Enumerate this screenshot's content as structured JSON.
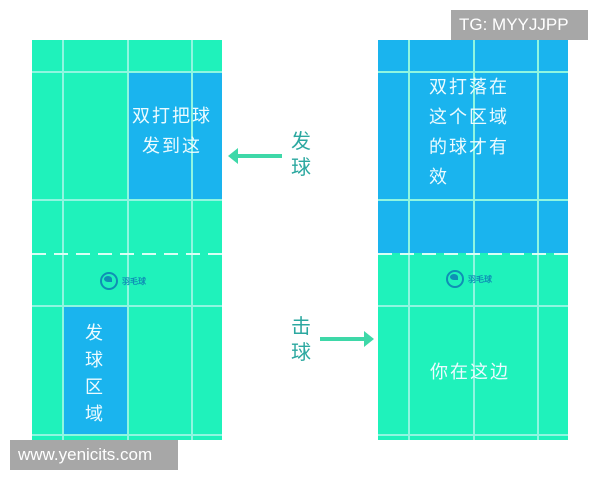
{
  "colors": {
    "court_green": "#1ff2bb",
    "zone_blue": "#1ab4ee",
    "court_line": "#8ff6e0",
    "label_teal": "#2ca8a0",
    "arrow_green": "#3ed8a8",
    "watermark_bg": "#a7a7a7"
  },
  "watermarks": {
    "top_right": "TG: MYYJJPP",
    "bottom_left": "www.yenicits.com"
  },
  "left_court": {
    "service_target_zone_text": [
      "双打把球",
      "发到这"
    ],
    "serving_zone_text": [
      "发",
      "球",
      "区",
      "域"
    ],
    "logo_icon": "dolphin-logo-icon",
    "logo_text": "羽毛球"
  },
  "right_court": {
    "valid_zone_text": [
      "双打落在",
      "这个区域",
      "的球才有",
      "效"
    ],
    "receiver_text": "你在这边",
    "logo_icon": "dolphin-logo-icon",
    "logo_text": "羽毛球"
  },
  "labels": {
    "serve": [
      "发",
      "球"
    ],
    "hit": [
      "击",
      "球"
    ]
  },
  "arrows": {
    "serve_arrow_direction": "left",
    "hit_arrow_direction": "right"
  }
}
